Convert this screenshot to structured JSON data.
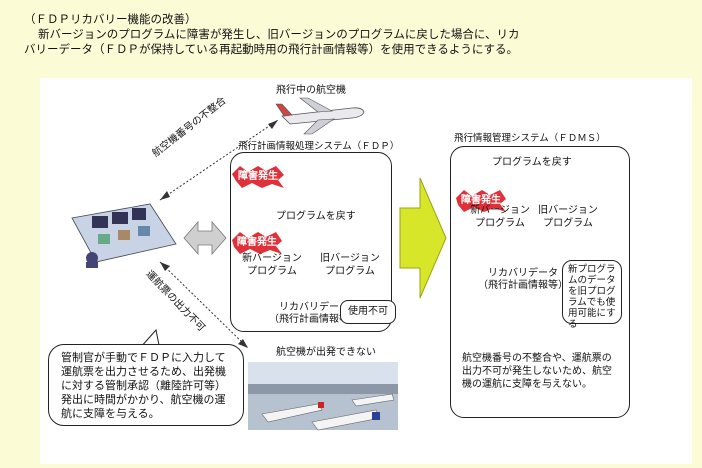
{
  "intro": {
    "heading": "（ＦＤＰリカバリー機能の改善）",
    "line1": "新バージョンのプログラムに障害が発生し、旧バージョンのプログラムに戻した場合に、リカ",
    "line2": "バリーデータ（ＦＤＰが保持している再起動時用の飛行計画情報等）を使用できるようにする。"
  },
  "left": {
    "aircraft_label": "飛行中の航空機",
    "link_top_label": "航空機番号の不整合",
    "link_bottom_label": "運航票の出力不可",
    "fdp_title": "飛行計画情報処理システム（ＦＤＰ）",
    "failure_stamp": "障害発生",
    "revert_label": "プログラムを戻す",
    "failure_stamp_2": "障害発生",
    "new_program": "新バージョン\nプログラム",
    "old_program": "旧バージョン\nプログラム",
    "recovery_data": "リカバリデータ\n（飛行計画情報等）",
    "unusable": "使用不可",
    "airport_label": "航空機が出発できない",
    "controller_note": "管制官が手動でＦＤＰに入力して運航票を出力させるため、出発機に対する管制承認（離陸許可等）発出に時間がかかり、航空機の運航に支障を与える。"
  },
  "right": {
    "fdms_title": "飛行情報管理システム（ＦＤＭＳ）",
    "revert_label": "プログラムを戻す",
    "failure_stamp": "障害発生",
    "new_program": "新バージョン\nプログラム",
    "old_program": "旧バージョン\nプログラム",
    "recovery_data": "リカバリデータ\n（飛行計画情報等）",
    "usable_note": "新プログラムのデータを旧プログラムでも使用可能にする",
    "result_note": "航空機番号の不整合や、運航票の出力不可が発生しないため、航空機の運航に支障を与えない。"
  },
  "colors": {
    "page_bg": "#fbfbd6",
    "stamp_red": "#e0313a",
    "new_program": "#f7c07a",
    "old_program": "#8fb0e6",
    "cylinder": "#f2e25a",
    "big_arrow": "#d8e62a",
    "cross_red": "#e02020"
  }
}
